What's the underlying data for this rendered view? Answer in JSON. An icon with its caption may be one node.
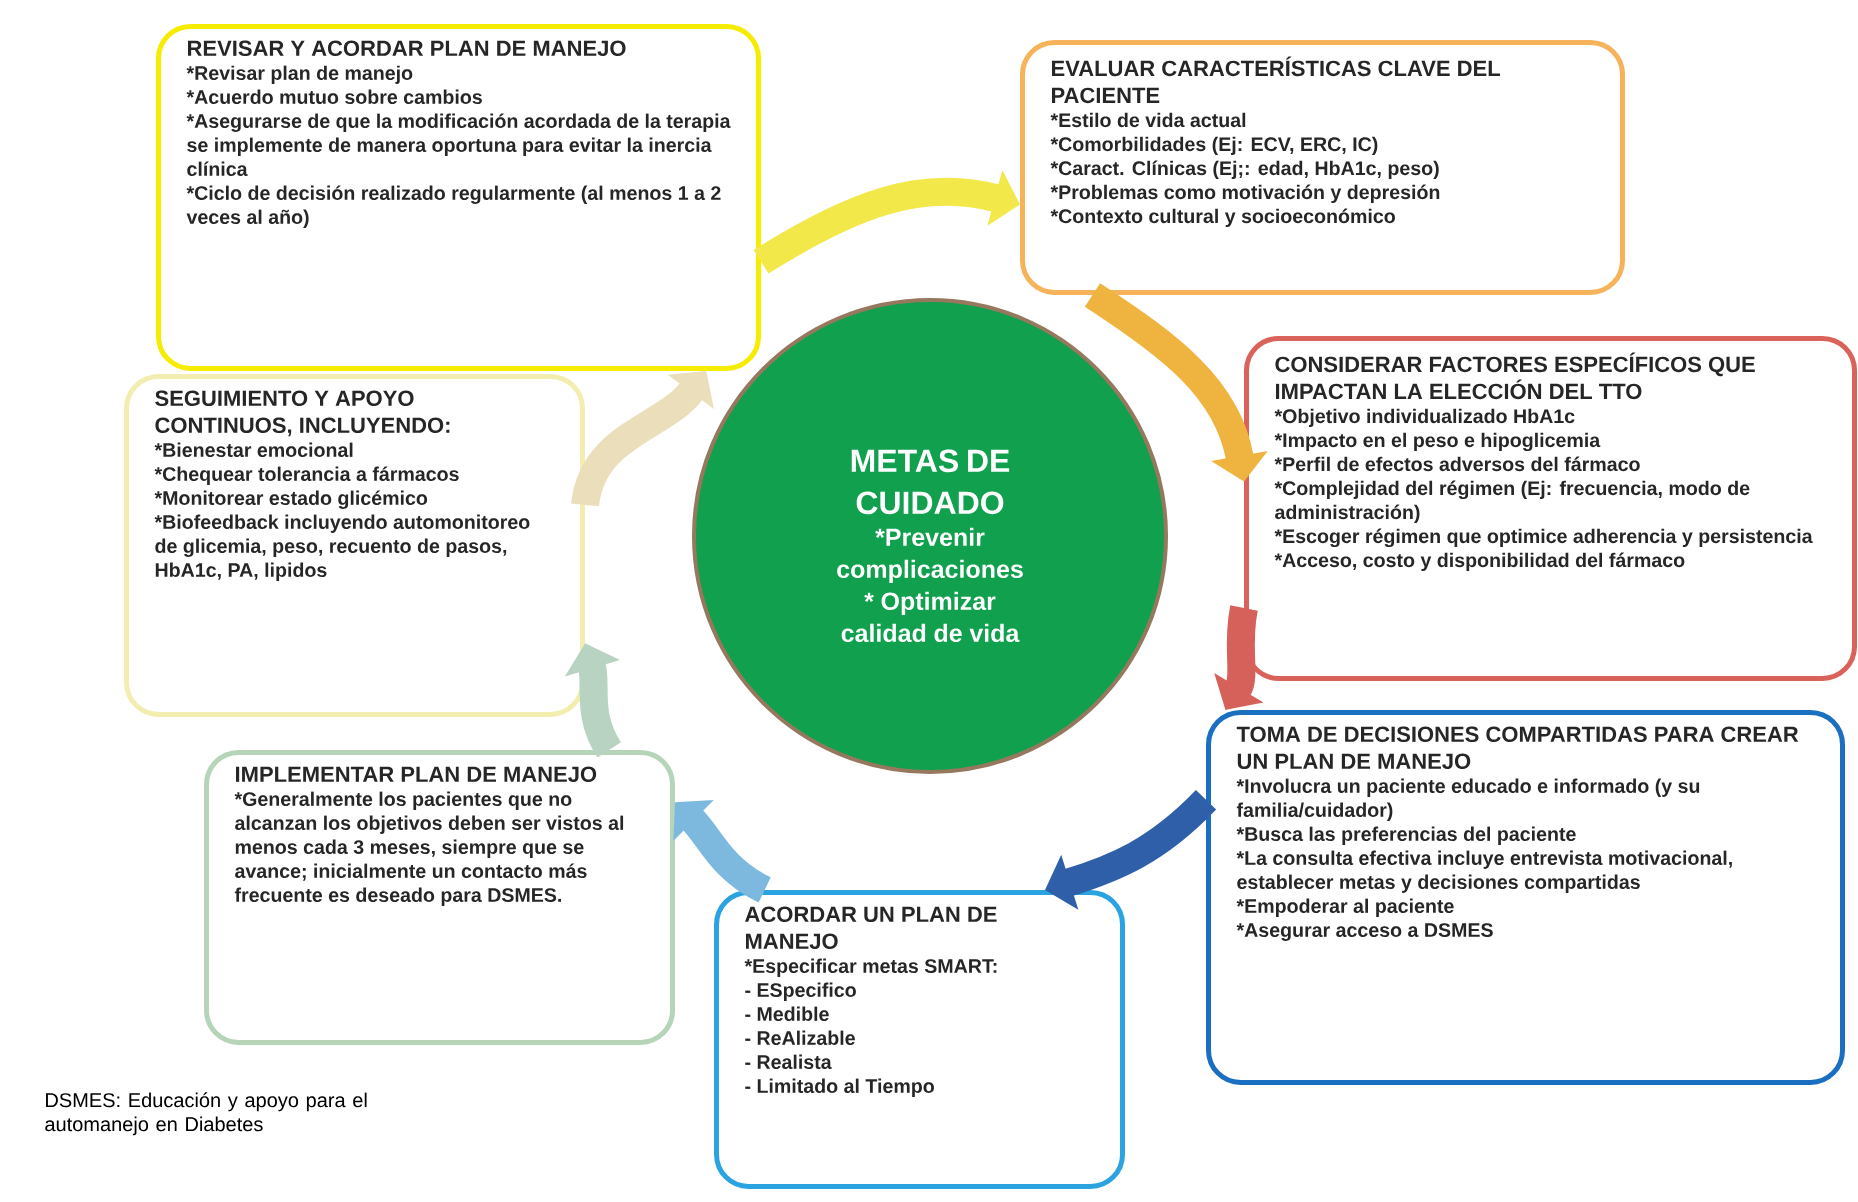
{
  "diagram": {
    "nodes": [
      {
        "text": [
          "REVISAR Y ACORDAR PLAN DE MANEJO",
          "*Revisar plan de manejo",
          "*Acuerdo mutuo sobre cambios",
          "*Asegurarse de que la modificación acordada de la terapia se implemente de manera oportuna para evitar la inercia clínica",
          "*Ciclo de decisión realizado regularmente (al menos 1 a 2 veces al año)"
        ]
      },
      {
        "text": [
          "EVALUAR CARACTERÍSTICAS CLAVE DEL PACIENTE",
          "*Estilo de vida actual",
          "*Comorbilidades (Ej: ECV, ERC, IC)",
          "*Caract. Clínicas (Ej;: edad, HbA1c, peso)",
          "*Problemas como motivación y depresión",
          "*Contexto cultural y socioeconómico"
        ]
      },
      {
        "text": [
          "SEGUIMIENTO Y APOYO CONTINUOS, INCLUYENDO:",
          "*Bienestar emocional",
          "*Chequear tolerancia a fármacos",
          "*Monitorear estado glicémico",
          "*Biofeedback incluyendo automonitoreo de glicemia, peso, recuento de pasos, HbA1c, PA, lipidos"
        ]
      },
      {
        "text": [
          "METAS DE CUIDADO",
          "*Prevenir complicaciones",
          "* Optimizar calidad de vida"
        ]
      },
      {
        "text": [
          "CONSIDERAR FACTORES ESPECÍFICOS QUE IMPACTAN LA ELECCIÓN DEL TTO",
          "*Objetivo individualizado HbA1c",
          "*Impacto en el peso e hipoglicemia",
          "*Perfil de efectos adversos del fármaco",
          "*Complejidad del régimen (Ej: frecuencia, modo de administración)",
          "*Escoger régimen que optimice adherencia y persistencia",
          "*Acceso, costo y disponibilidad del fármaco"
        ]
      },
      {
        "text": [
          "IMPLEMENTAR PLAN DE MANEJO",
          "*Generalmente los pacientes que no alcanzan los objetivos deben ser vistos al menos cada 3 meses, siempre que se avance; inicialmente un contacto más frecuente es deseado para DSMES."
        ]
      },
      {
        "text": [
          "TOMA DE DECISIONES COMPARTIDAS PARA CREAR UN PLAN DE MANEJO",
          "*Involucra un paciente educado e informado (y su familia/cuidador)",
          "*Busca las preferencias del paciente",
          "*La consulta efectiva incluye entrevista motivacional, establecer metas y decisiones compartidas",
          "*Empoderar al paciente",
          "*Asegurar acceso a DSMES"
        ]
      },
      {
        "text": [
          "ACORDAR UN PLAN DE MANEJO",
          "*Especificar metas SMART:",
          "- ESpecifico",
          "- Medible",
          "- ReAlizable",
          "- Realista",
          "- Limitado al Tiempo"
        ]
      }
    ],
    "edges": [
      {
        "from": 1,
        "to": 4,
        "arrow": "to",
        "color": "#efb440"
      },
      {
        "from": 4,
        "to": 6,
        "arrow": "to",
        "color": "#d6605a"
      },
      {
        "from": 6,
        "to": 7,
        "arrow": "to",
        "color": "#2f5fa8"
      },
      {
        "from": 7,
        "to": 5,
        "arrow": "to",
        "color": "#7db8de"
      },
      {
        "from": 5,
        "to": 2,
        "arrow": "to",
        "color": "#b9d3c3"
      },
      {
        "from": 2,
        "to": 0,
        "arrow": "to",
        "color": "#eadfba"
      },
      {
        "from": 0,
        "to": 1,
        "arrow": "to",
        "color": "#f2e84a"
      }
    ],
    "labels": [
      "DSMES: Educación y apoyo para el automanejo en Diabetes"
    ]
  }
}
